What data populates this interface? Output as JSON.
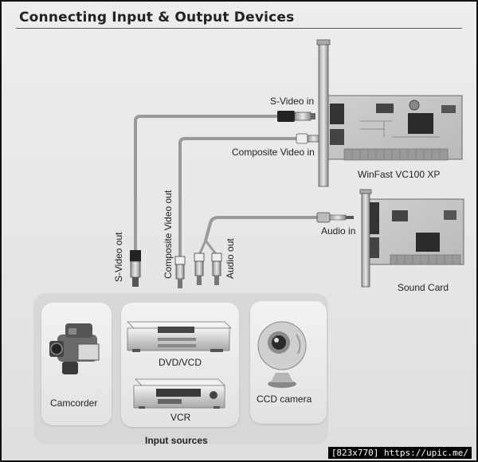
{
  "heading": "Connecting Input & Output Devices",
  "labels": {
    "svideo_in": "S-Video in",
    "composite_video_in": "Composite Video in",
    "capture_card": "WinFast VC100 XP",
    "audio_in": "Audio in",
    "sound_card": "Sound Card",
    "svideo_out": "S-Video out",
    "composite_video_out": "Composite Video out",
    "audio_out": "Audio out"
  },
  "sources": {
    "title": "Input sources",
    "camcorder": "Camcorder",
    "dvd_vcd": "DVD/VCD",
    "vcr": "VCR",
    "ccd_camera": "CCD camera"
  },
  "watermark": "[823x770] https://upic.me/",
  "icons": [
    "pci-capture-card-icon",
    "sound-card-icon",
    "camcorder-icon",
    "dvd-player-icon",
    "vcr-icon",
    "webcam-icon",
    "svideo-plug-icon",
    "rca-plug-icon",
    "audio-jack-icon"
  ]
}
